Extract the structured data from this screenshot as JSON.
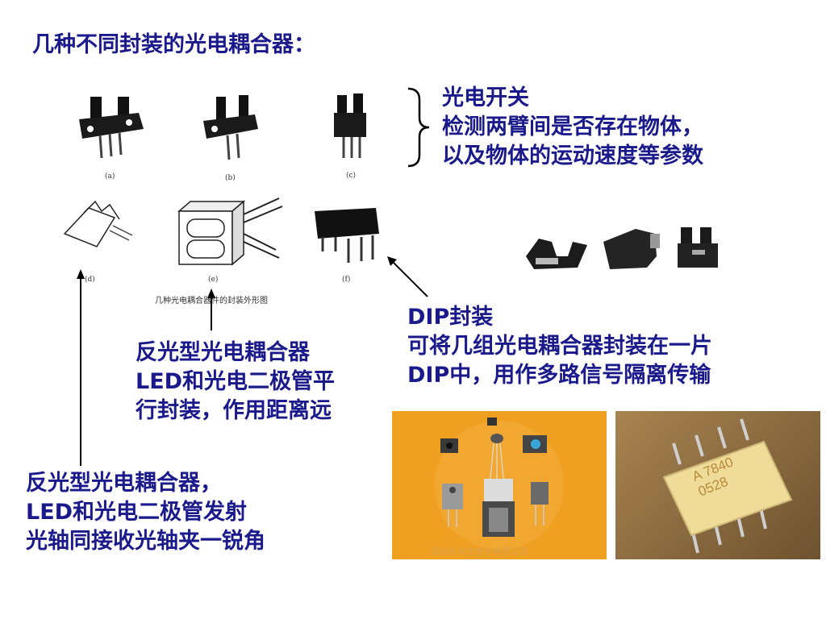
{
  "title": "几种不同封装的光电耦合器：",
  "switch_group": {
    "heading": "光电开关",
    "lines": [
      "检测两臂间是否存在物体，",
      "以及物体的运动速度等参数"
    ]
  },
  "dip_group": {
    "heading": "DIP封装",
    "lines": [
      "可将几组光电耦合器封装在一片",
      "DIP中，用作多路信号隔离传输"
    ]
  },
  "reflective_parallel": {
    "lines": [
      "反光型光电耦合器",
      "LED和光电二极管平",
      "行封装，作用距离远"
    ]
  },
  "reflective_angle": {
    "lines": [
      "反光型光电耦合器，",
      "LED和光电二极管发射",
      "光轴同接收光轴夹一锐角"
    ]
  },
  "figure_captions": {
    "a": "(a)",
    "b": "(b)",
    "c": "(c)",
    "d": "(d)",
    "e": "(e)",
    "f": "(f)",
    "main": "几种光电耦合器件的封装外形图"
  },
  "photo_watermark": "深圳市东宝电子有限公司",
  "chip_marking": [
    "A 7840",
    "0528"
  ],
  "colors": {
    "text": "#1a1a8c",
    "photo_bg": "#f0a020",
    "chip_bg": "#8a6a3a"
  }
}
